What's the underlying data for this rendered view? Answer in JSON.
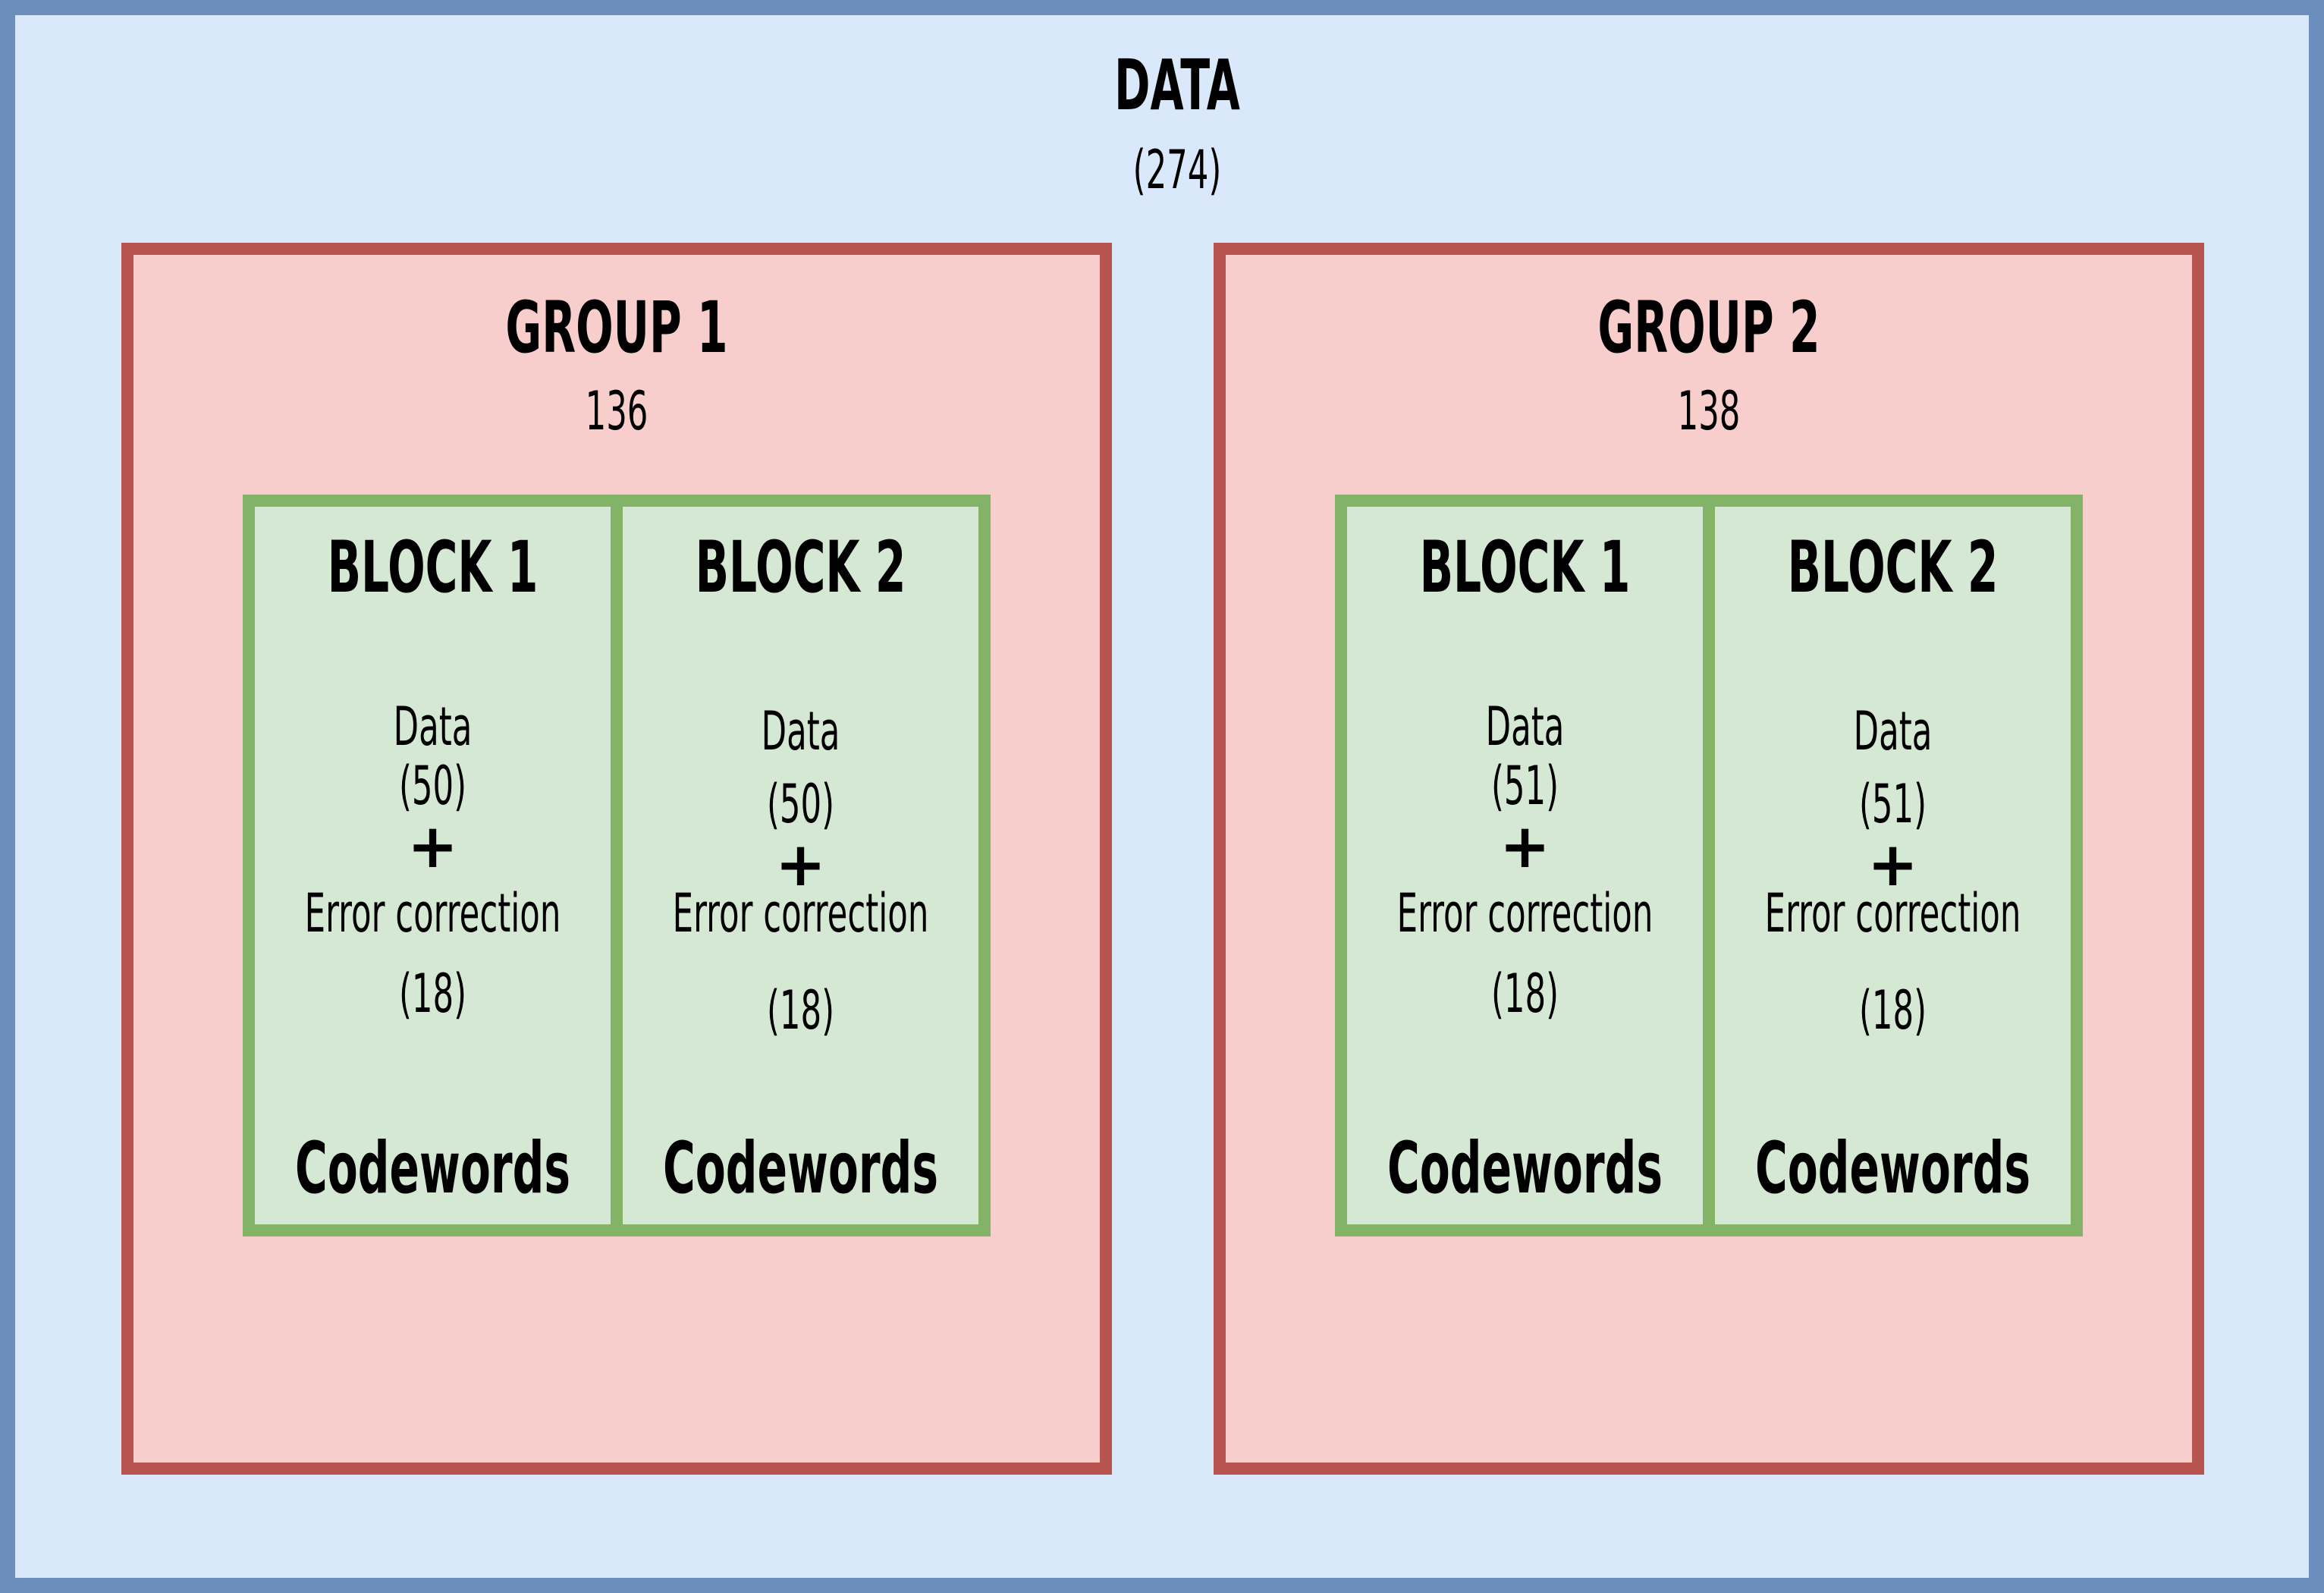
{
  "diagram": {
    "title": "DATA",
    "subtitle": "(274)",
    "colors": {
      "outer_fill": "#dae8fb",
      "outer_border": "#6c8ebf",
      "group_fill": "#f8cecc",
      "group_border": "#b85450",
      "block_fill": "#d5e8d4",
      "block_border": "#82b366"
    },
    "groups": [
      {
        "title": "GROUP 1",
        "count": "136",
        "blocks": [
          {
            "title": "BLOCK 1",
            "data_label": "Data",
            "data_count": "(50)",
            "plus": "+",
            "ec_label": "Error correction",
            "ec_count": "(18)",
            "footer": "Codewords"
          },
          {
            "title": "BLOCK 2",
            "data_label": "Data",
            "data_count": "(50)",
            "plus": "+",
            "ec_label": "Error correction",
            "ec_count": "(18)",
            "footer": "Codewords"
          }
        ]
      },
      {
        "title": "GROUP 2",
        "count": "138",
        "blocks": [
          {
            "title": "BLOCK 1",
            "data_label": "Data",
            "data_count": "(51)",
            "plus": "+",
            "ec_label": "Error correction",
            "ec_count": "(18)",
            "footer": "Codewords"
          },
          {
            "title": "BLOCK 2",
            "data_label": "Data",
            "data_count": "(51)",
            "plus": "+",
            "ec_label": "Error correction",
            "ec_count": "(18)",
            "footer": "Codewords"
          }
        ]
      }
    ]
  }
}
